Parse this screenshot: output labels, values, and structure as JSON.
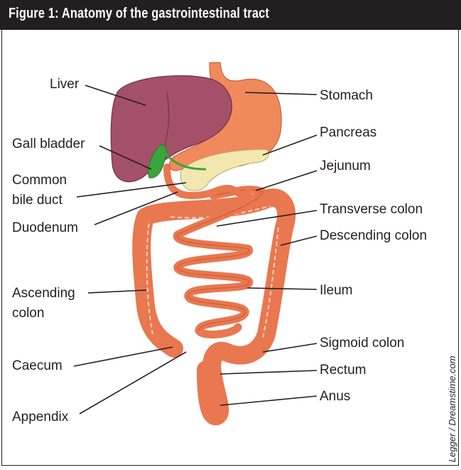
{
  "title": "Figure 1: Anatomy of the gastrointestinal tract",
  "credit": "Legger / Dreamstime.com",
  "labels": {
    "liver": "Liver",
    "gall_bladder": "Gall bladder",
    "common_bile_duct_1": "Common",
    "common_bile_duct_2": "bile duct",
    "duodenum": "Duodenum",
    "ascending_colon_1": "Ascending",
    "ascending_colon_2": "colon",
    "caecum": "Caecum",
    "appendix": "Appendix",
    "stomach": "Stomach",
    "pancreas": "Pancreas",
    "jejunum": "Jejunum",
    "transverse_colon": "Transverse colon",
    "descending_colon": "Descending colon",
    "ileum": "Ileum",
    "sigmoid_colon": "Sigmoid colon",
    "rectum": "Rectum",
    "anus": "Anus"
  },
  "colors": {
    "header": "#231f20",
    "liver": "#a5506a",
    "stomach": "#f08a5d",
    "intestine": "#e9774f",
    "gall": "#3aa53a",
    "pancreas": "#f3e7b0"
  }
}
